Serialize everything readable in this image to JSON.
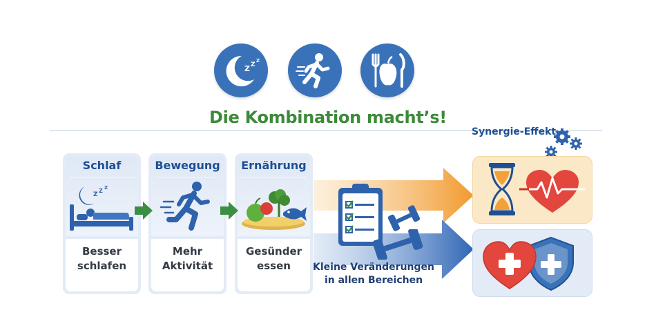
{
  "headline": "Die Kombination macht’s!",
  "top_icons": [
    "moon-sleep-icon",
    "running-person-icon",
    "apple-cutlery-icon"
  ],
  "cards": [
    {
      "title": "Schlaf",
      "label_line1": "Besser",
      "label_line2": "schlafen",
      "icon": "bed-sleep-icon"
    },
    {
      "title": "Bewegung",
      "label_line1": "Mehr",
      "label_line2": "Aktivität",
      "icon": "runner-icon"
    },
    {
      "title": "Ernährung",
      "label_line1": "Gesünder",
      "label_line2": "essen",
      "icon": "healthy-food-icon"
    }
  ],
  "small_changes": {
    "line1": "Kleine Veränderungen",
    "line2": "in allen Bereichen"
  },
  "synergy_label": "Synergie-Effekt",
  "outcomes": [
    "hourglass-heartbeat-icon",
    "heart-shield-health-icon"
  ],
  "colors": {
    "brand_blue": "#3a72b9",
    "headline_green": "#3d8a3a",
    "arrow_green": "#3b8f43",
    "arrow_orange": "#f2a13a",
    "heart_red": "#e2463c"
  }
}
